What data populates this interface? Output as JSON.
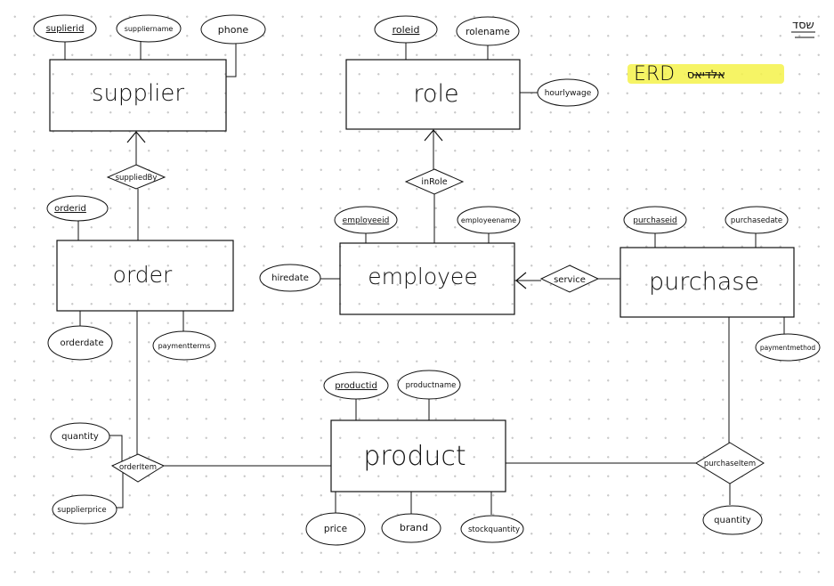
{
  "header": {
    "title": "ERD",
    "subtitle_hebrew": "אלדיאס",
    "page_mark": "שסד"
  },
  "entities": {
    "supplier": "supplier",
    "role": "role",
    "order": "order",
    "employee": "employee",
    "purchase": "purchase",
    "product": "product"
  },
  "relationships": {
    "suppliedby": "suppliedBy",
    "inrole": "inRole",
    "service": "service",
    "orderitem": "orderItem",
    "purchaseitem": "purchaseItem"
  },
  "attributes": {
    "supplierid": "suplierid",
    "suppliername": "suppliername",
    "phone": "phone",
    "roleid": "roleid",
    "rolename": "rolename",
    "hourlywage": "hourlywage",
    "orderid": "orderid",
    "orderdate": "orderdate",
    "paymentterms": "paymentterms",
    "hiredate": "hiredate",
    "employeeid": "employeeid",
    "employeename": "employeename",
    "purchaseid": "purchaseid",
    "purchasedate": "purchasedate",
    "paymentmethod": "paymentmethod",
    "productid": "productid",
    "productname": "productname",
    "price": "price",
    "brand": "brand",
    "stockquantity": "stockquantity",
    "quantity_order": "quantity",
    "supplierprice": "supplierprice",
    "quantity_purchase": "quantity"
  },
  "colors": {
    "ink": "#111111",
    "highlight": "#f4f24a",
    "dots": "#c9c9c9"
  }
}
